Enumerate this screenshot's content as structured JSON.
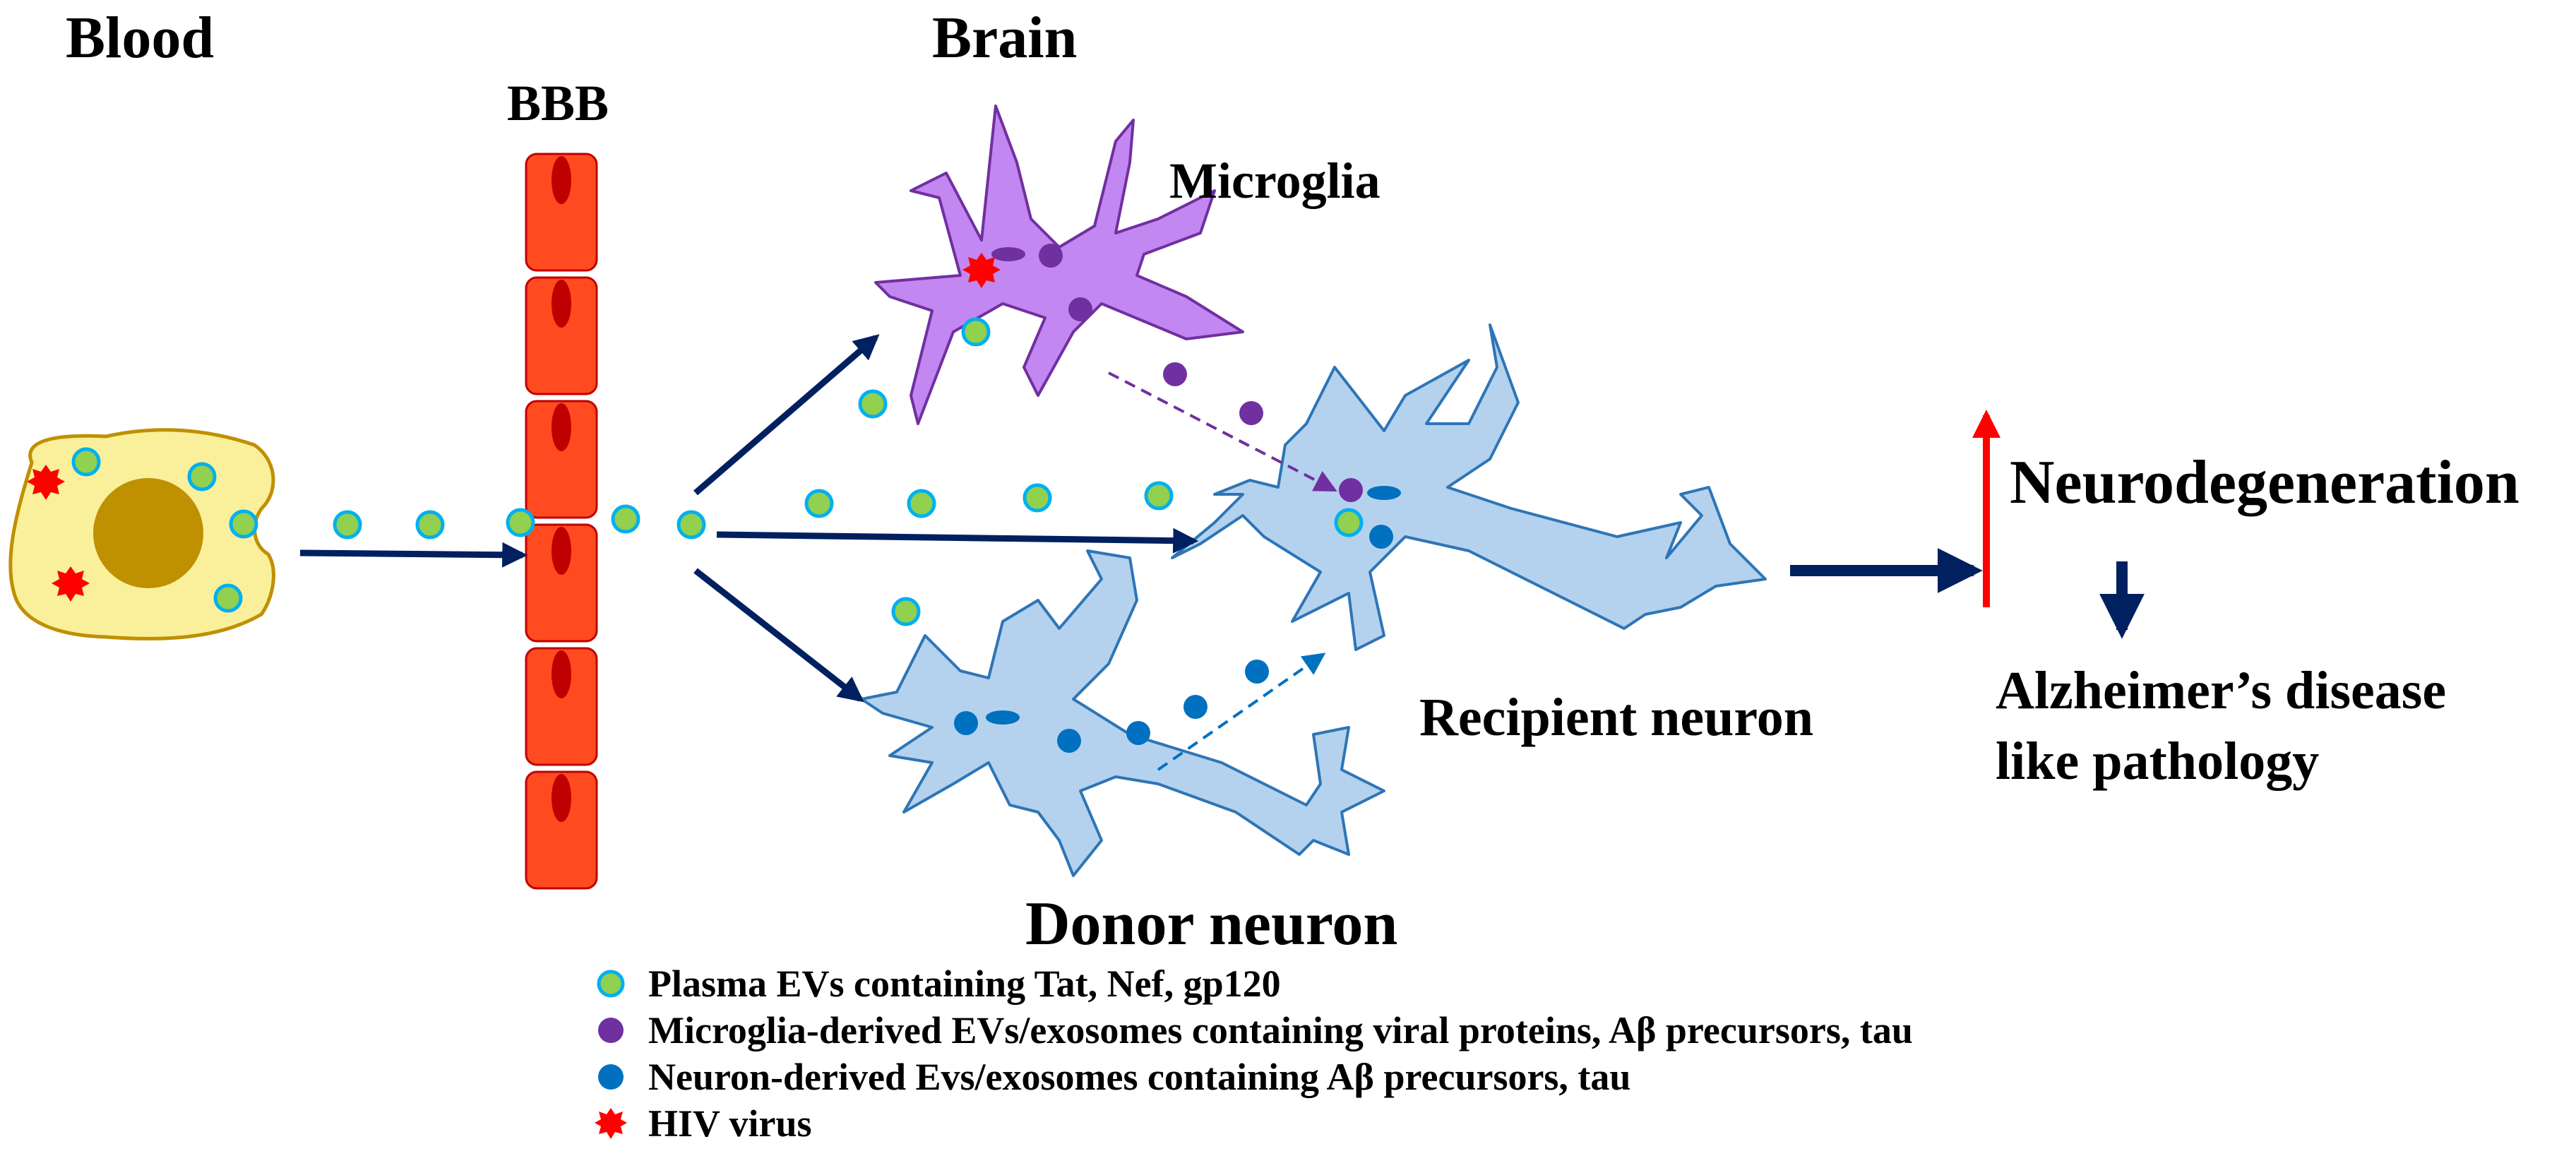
{
  "labels": {
    "blood": "Blood",
    "bbb": "BBB",
    "brain": "Brain",
    "microglia": "Microglia",
    "recipient_neuron": "Recipient neuron",
    "donor_neuron": "Donor neuron",
    "neurodegeneration": "Neurodegeneration",
    "alzheimers_line1": "Alzheimer’s disease",
    "alzheimers_line2": "like pathology"
  },
  "legend": [
    {
      "icon": "plasma-ev-dot",
      "color": "#92D050",
      "text": "Plasma EVs containing Tat, Nef, gp120"
    },
    {
      "icon": "microglia-ev-dot",
      "color": "#7030A0",
      "text": "Microglia-derived EVs/exosomes containing viral proteins, Aβ precursors, tau"
    },
    {
      "icon": "neuron-ev-dot",
      "color": "#0070C0",
      "text": "Neuron-derived Evs/exosomes containing Aβ precursors, tau"
    },
    {
      "icon": "hiv-virus-icon",
      "color": "#FF0000",
      "text": "HIV virus"
    }
  ],
  "colors": {
    "plasma_ev_fill": "#92D050",
    "plasma_ev_stroke": "#00B0F0",
    "microglia_ev": "#7030A0",
    "neuron_ev": "#0070C0",
    "hiv": "#FF0000",
    "bbb_cell": "#FF4B1F",
    "bbb_nucleus": "#C00000",
    "blood_cell": "#FAF09B",
    "blood_nucleus": "#BF9000",
    "microglia_cell": "#C287F0",
    "neuron_cell": "#B4D2EE",
    "arrow": "#002060",
    "increase_arrow": "#FF0000"
  }
}
